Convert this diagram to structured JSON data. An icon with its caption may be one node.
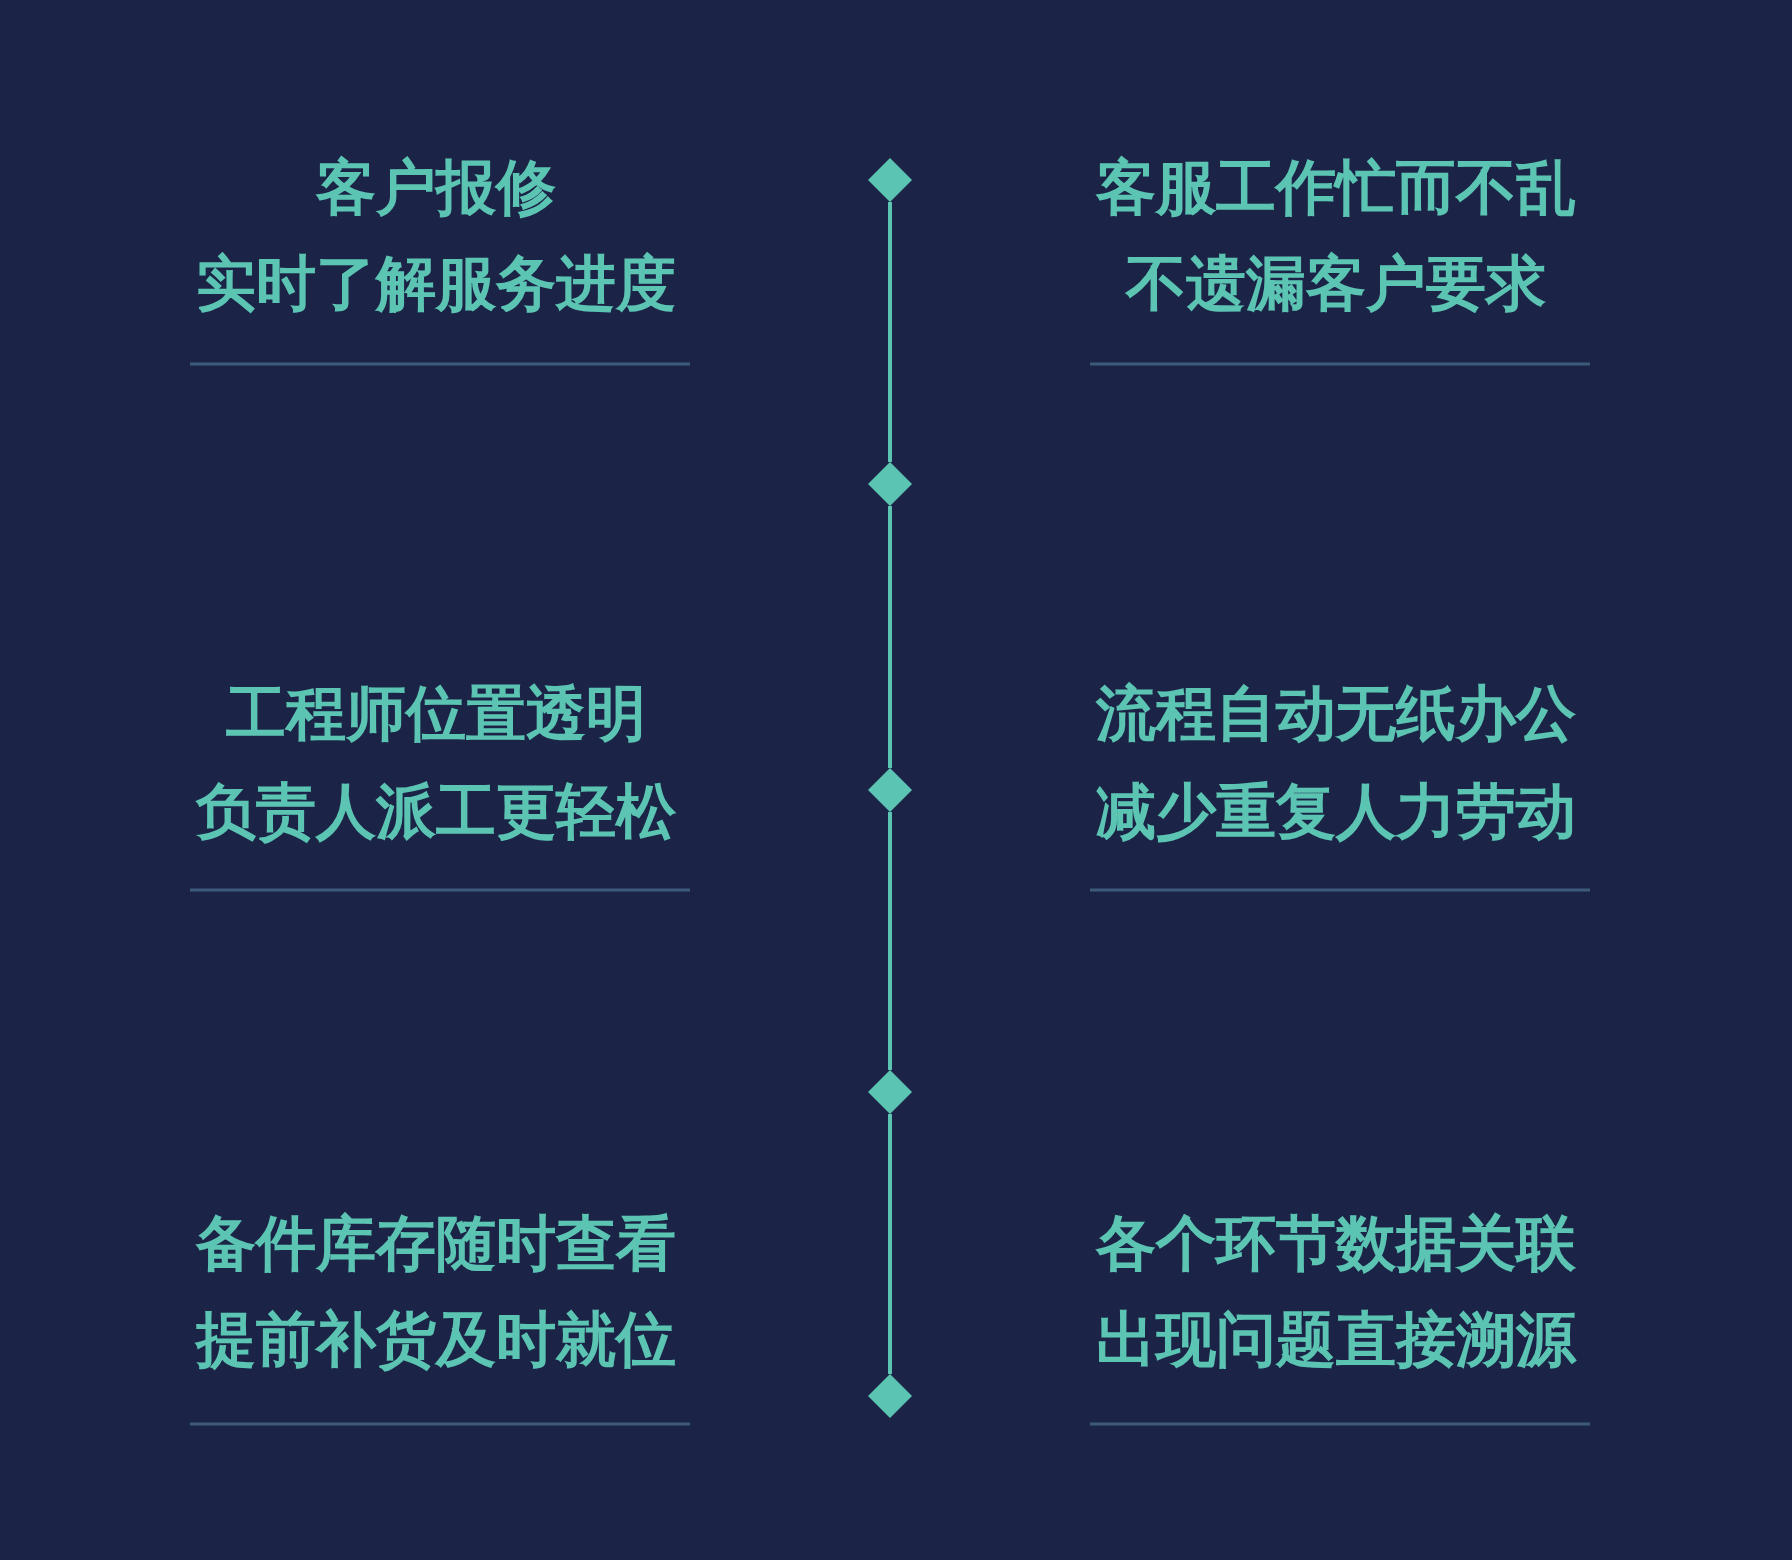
{
  "diagram": {
    "nodes": [
      {
        "text": [],
        "shape": "diamond"
      },
      {
        "text": [],
        "shape": "diamond"
      },
      {
        "text": [],
        "shape": "diamond"
      },
      {
        "text": [],
        "shape": "diamond"
      },
      {
        "text": [],
        "shape": "diamond"
      }
    ],
    "edges": [
      {
        "from": 0,
        "to": 1,
        "arrow": "none"
      },
      {
        "from": 1,
        "to": 2,
        "arrow": "none"
      },
      {
        "from": 2,
        "to": 3,
        "arrow": "none"
      },
      {
        "from": 3,
        "to": 4,
        "arrow": "none"
      }
    ],
    "labels": [
      "客户报修",
      "实时了解服务进度",
      "客服工作忙而不乱",
      "不遗漏客户要求",
      "工程师位置透明",
      "负责人派工更轻松",
      "流程自动无纸办公",
      "减少重复人力劳动",
      "备件库存随时查看",
      "提前补货及时就位",
      "各个环节数据关联",
      "出现问题直接溯源"
    ]
  }
}
